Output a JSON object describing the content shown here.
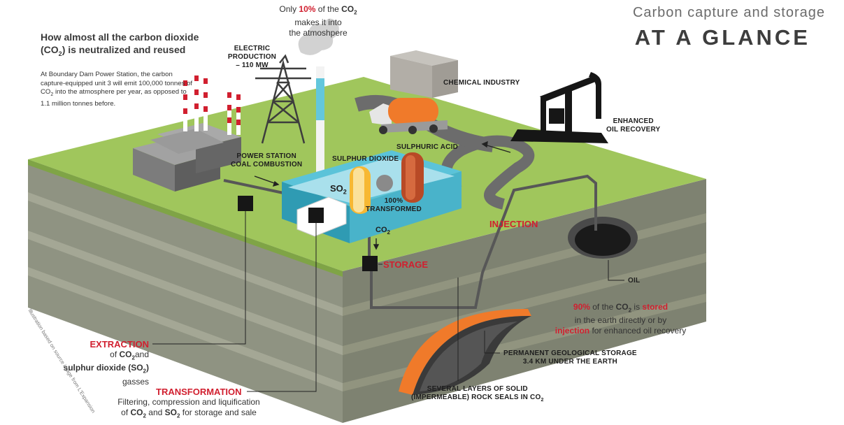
{
  "header": {
    "subtitle": "Carbon capture and storage",
    "title": "AT A GLANCE"
  },
  "intro": {
    "heading_pre": "How almost all the carbon dioxide (CO",
    "heading_sub": "2",
    "heading_post": ") is neutralized and reused",
    "body_pre": "At Boundary Dam Power Station, the carbon capture-equipped unit 3 will emit 100,000 tonnes of CO",
    "body_sub": "2",
    "body_post": " into the atmosphere per year, as opposed to 1.1 million tonnes before."
  },
  "atmosphere_note": {
    "pre": "Only ",
    "percent": "10%",
    "mid": " of the ",
    "gas": "CO",
    "gas_sub": "2",
    "line2": "makes it into",
    "line3": "the atmoshpere"
  },
  "labels": {
    "electric_production": "ELECTRIC PRODUCTION",
    "electric_mw": "– 110 MW",
    "chemical_industry": "CHEMICAL INDUSTRY",
    "enhanced_oil_1": "ENHANCED",
    "enhanced_oil_2": "OIL RECOVERY",
    "power_station_1": "POWER STATION",
    "power_station_2": "COAL COMBUSTION",
    "sulphur_dioxide": "SULPHUR DIOXIDE",
    "sulphuric_acid": "SULPHURIC ACID",
    "so2": "SO",
    "so2_sub": "2",
    "transformed_1": "100%",
    "transformed_2": "TRANSFORMED",
    "co2": "CO",
    "co2_sub": "2",
    "storage": "STORAGE",
    "injection": "INJECTION",
    "oil": "OIL",
    "geo_storage_1": "PERMANENT GEOLOGICAL STORAGE",
    "geo_storage_2": "3.4 KM UNDER THE EARTH",
    "rock_seals_1": "SEVERAL LAYERS OF SOLID",
    "rock_seals_2": "(IMPERMEABLE) ROCK SEALS IN CO",
    "rock_seals_sub": "2"
  },
  "stored_note": {
    "percent": "90%",
    "p1": " of the ",
    "gas": "CO",
    "gas_sub": "2",
    "p2": " is ",
    "stored": "stored",
    "line2": "in the earth directly or by",
    "injection": "injection",
    "line3_post": " for enhanced oil recovery"
  },
  "extraction": {
    "title": "EXTRACTION",
    "l1_pre": "of ",
    "l1_gas": "CO",
    "l1_sub": "2",
    "l1_post": "and",
    "l2_pre": "sulphur dioxide (SO",
    "l2_sub": "2",
    "l2_post": ")",
    "l2_tail": " gasses"
  },
  "transformation": {
    "title": "TRANSFORMATION",
    "line1": "Filtering, compression and liquification",
    "l2_pre": "of ",
    "l2_co": "CO",
    "l2_co_sub": "2",
    "l2_and": " and ",
    "l2_so": "SO",
    "l2_so_sub": "2",
    "l2_post": " for storage and sale"
  },
  "credit": "Illustration based on source image from L'Expansion",
  "colors": {
    "grass": "#9fc65a",
    "soil_front": "#8d9180",
    "soil_side": "#7c806f",
    "accent_red": "#d11f2f",
    "orange": "#f07a2a",
    "plant_blue": "#63c7dc"
  }
}
